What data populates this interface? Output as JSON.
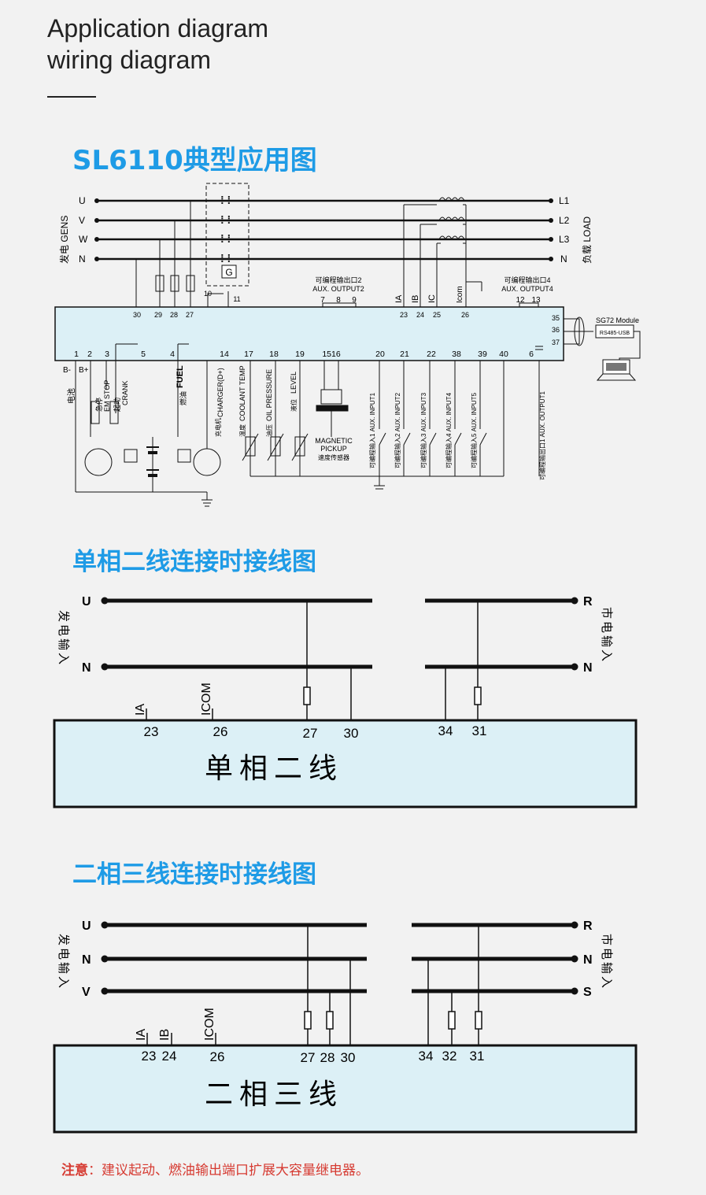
{
  "header": {
    "line1": "Application diagram",
    "line2": "wiring diagram"
  },
  "sections": {
    "typical": {
      "title": "SL6110典型应用图"
    },
    "single": {
      "title": "单相二线连接时接线图"
    },
    "two_phase": {
      "title": "二相三线连接时接线图"
    }
  },
  "typical": {
    "gens_label": "发电 GENS",
    "load_label": "负载 LOAD",
    "gen_phases": [
      "U",
      "V",
      "W",
      "N"
    ],
    "load_phases": [
      "L1",
      "L2",
      "L3",
      "N"
    ],
    "breaker_mark": "G",
    "aux_output2": {
      "zh": "可编程输出口2",
      "en": "AUX. OUTPUT2",
      "terminals": [
        "7",
        "8",
        "9"
      ]
    },
    "aux_output4": {
      "zh": "可编程输出口4",
      "en": "AUX. OUTPUT4",
      "terminals": [
        "12",
        "13"
      ]
    },
    "current_labels": [
      "IA",
      "IB",
      "IC",
      "Icom"
    ],
    "upper_terminals": [
      "30",
      "29",
      "28",
      "27",
      "10",
      "11",
      "23",
      "24",
      "25",
      "26"
    ],
    "right_terminals": [
      "35",
      "36",
      "37"
    ],
    "lower_terminals": [
      "1",
      "2",
      "3",
      "5",
      "4",
      "14",
      "17",
      "18",
      "19",
      "1516",
      "20",
      "21",
      "22",
      "38",
      "39",
      "40",
      "6"
    ],
    "module": {
      "name": "SG72 Module",
      "port": "RS485-USB"
    },
    "battery": {
      "zh": "电池",
      "neg": "B-",
      "pos": "B+"
    },
    "em_stop": {
      "zh": "急停",
      "en": "EM STOP"
    },
    "crank": {
      "zh": "起动",
      "en": "CRANK"
    },
    "fuel": {
      "zh": "燃油",
      "en": "FUEL"
    },
    "charger": {
      "zh": "充电机",
      "en": "CHARGER(D+)"
    },
    "coolant": {
      "zh": "温度",
      "en": "COOLANT TEMP"
    },
    "oil": {
      "zh": "油压",
      "en": "OIL PRESSURE"
    },
    "level": {
      "zh": "液位",
      "en": "LEVEL"
    },
    "pickup": {
      "en1": "MAGNETIC",
      "en2": "PICKUP",
      "zh": "速度传感器"
    },
    "aux_inputs": [
      "可编程输入1 AUX. INPUT1",
      "可编程输入2 AUX. INPUT2",
      "可编程输入3 AUX. INPUT3",
      "可编程输入4 AUX. INPUT4",
      "可编程输入5 AUX. INPUT5"
    ],
    "aux_output1": "可编程输出口1 AUX. OUTPUT1"
  },
  "single": {
    "gen_label": "发电输入",
    "mains_label": "市电输入",
    "left_lines": [
      "U",
      "N"
    ],
    "right_lines": [
      "R",
      "N"
    ],
    "current_labels": [
      "IA",
      "ICOM"
    ],
    "terminals": [
      "23",
      "26",
      "27",
      "30",
      "34",
      "31"
    ],
    "box_label": "单相二线"
  },
  "two_phase": {
    "gen_label": "发电输入",
    "mains_label": "市电输入",
    "left_lines": [
      "U",
      "N",
      "V"
    ],
    "right_lines": [
      "R",
      "N",
      "S"
    ],
    "current_labels": [
      "IA",
      "IB",
      "ICOM"
    ],
    "terminals": [
      "23",
      "24",
      "26",
      "27",
      "28",
      "30",
      "34",
      "32",
      "31"
    ],
    "box_label": "二相三线"
  },
  "note": {
    "label": "注意",
    "text": "：建议起动、燃油输出端口扩展大容量继电器。"
  },
  "colors": {
    "title_blue": "#1e9be6",
    "controller_fill": "#dcf0f6",
    "note_red": "#d63b32"
  }
}
